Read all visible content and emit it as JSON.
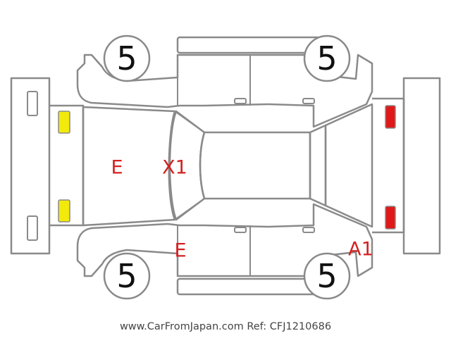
{
  "colors": {
    "outline": "#8a8a8a",
    "damage_code": "#d42020",
    "front_light_fill": "#f2ea0d",
    "rear_light_fill": "#e01818",
    "text": "#111111"
  },
  "tires": {
    "front_left": "5",
    "rear_left": "5",
    "front_right": "5",
    "rear_right": "5"
  },
  "damage_codes": {
    "hood": "E",
    "windshield": "X1",
    "right_front_door": "E",
    "right_rear_quarter": "A1"
  },
  "light_markers": {
    "front": [
      "headlight-left",
      "headlight-right"
    ],
    "rear": [
      "taillight-left",
      "taillight-right"
    ]
  },
  "footer": {
    "watermark": "www.CarFromJapan.com Ref: CFJ1210686"
  }
}
